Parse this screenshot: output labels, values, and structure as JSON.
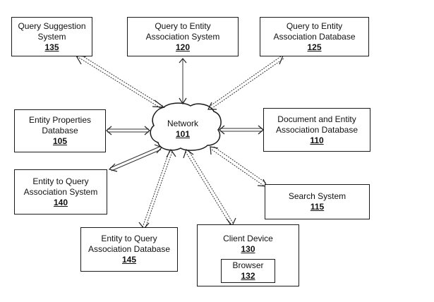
{
  "network": {
    "label": "Network",
    "ref": "101"
  },
  "boxes": {
    "query_suggestion": {
      "line1": "Query Suggestion",
      "line2": "System",
      "ref": "135"
    },
    "q2e_system": {
      "line1": "Query to Entity",
      "line2": "Association System",
      "ref": "120"
    },
    "q2e_database": {
      "line1": "Query to Entity",
      "line2": "Association Database",
      "ref": "125"
    },
    "entity_properties": {
      "line1": "Entity Properties",
      "line2": "Database",
      "ref": "105"
    },
    "doc_entity_database": {
      "line1": "Document and Entity",
      "line2": "Association Database",
      "ref": "110"
    },
    "e2q_system": {
      "line1": "Entity to Query",
      "line2": "Association System",
      "ref": "140"
    },
    "search_system": {
      "line1": "Search System",
      "ref": "115"
    },
    "e2q_database": {
      "line1": "Entity to Query",
      "line2": "Association Database",
      "ref": "145"
    },
    "client_device": {
      "line1": "Client Device",
      "ref": "130"
    },
    "browser": {
      "line1": "Browser",
      "ref": "132"
    }
  }
}
